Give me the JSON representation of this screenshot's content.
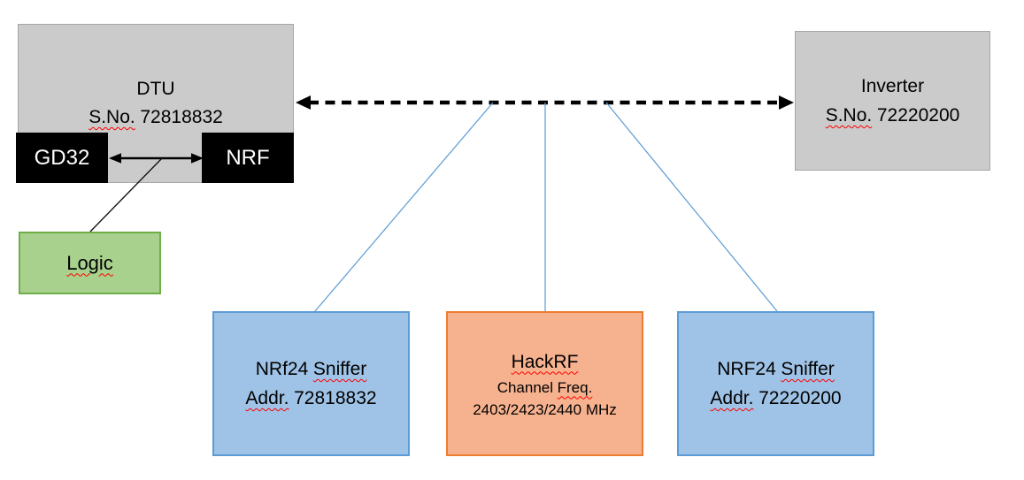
{
  "colors": {
    "canvas_bg": "#FFFFFF",
    "text": "#000000",
    "gray_fill": "#CBCBCB",
    "gray_border": "#A6A6A6",
    "chip_bg": "#000000",
    "chip_text": "#FFFFFF",
    "green_fill": "#A9D18E",
    "green_border": "#6FAD47",
    "blue_fill": "#9FC3E6",
    "blue_border": "#5C9BD5",
    "orange_fill": "#F6B28F",
    "orange_border": "#ED7D31",
    "connector_blue": "#5B9BD5",
    "connector_black": "#141414",
    "squiggle_red": "#FF0000"
  },
  "dtu": {
    "title": "DTU",
    "serial_label": "S.No.",
    "serial_number": "72818832",
    "chip_left": "GD32",
    "chip_right": "NRF"
  },
  "inverter": {
    "title": "Inverter",
    "serial_label": "S.No.",
    "serial_number": "72220200"
  },
  "logic": {
    "label": "Logic"
  },
  "sniffers": {
    "left": {
      "model": "NRf24",
      "role": "Sniffer",
      "addr_label": "Addr.",
      "addr_value": "72818832"
    },
    "right": {
      "model": "NRF24",
      "role": "Sniffer",
      "addr_label": "Addr.",
      "addr_value": "72220200"
    }
  },
  "hackrf": {
    "title": "HackRF",
    "channel_word": "Channel",
    "freq_word": "Freq.",
    "frequencies": "2403/2423/2440 MHz"
  }
}
